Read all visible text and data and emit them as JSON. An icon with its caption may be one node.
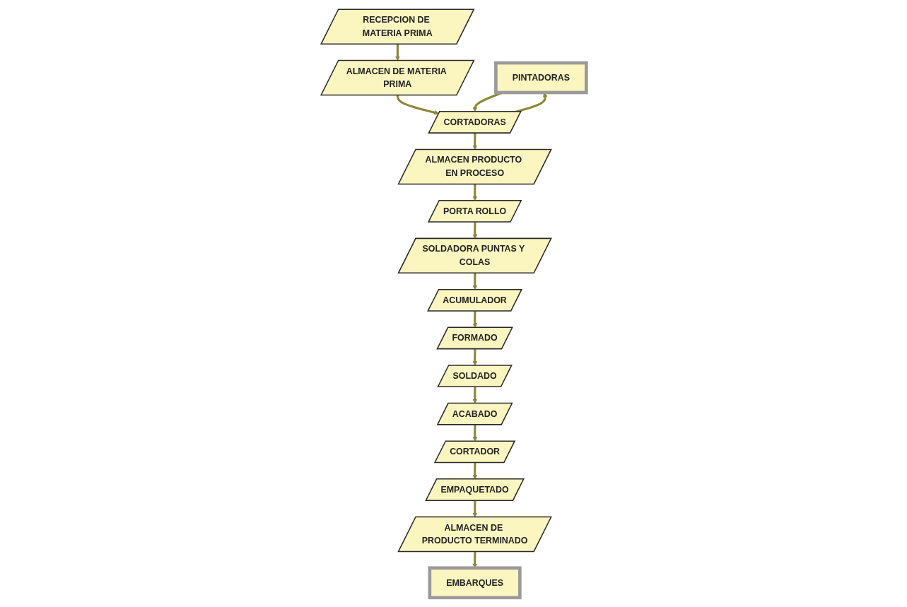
{
  "diagram": {
    "nodes": [
      {
        "text": [
          "PINTADORAS"
        ]
      },
      {
        "text": [
          "RECEPCION DE MATERIA PRIMA"
        ]
      },
      {
        "text": [
          "ALMACEN DE MATERIA PRIMA"
        ]
      },
      {
        "text": [
          "CORTADORAS"
        ]
      },
      {
        "text": [
          "ALMACEN PRODUCTO EN PROCESO"
        ]
      },
      {
        "text": [
          "PORTA ROLLO"
        ]
      },
      {
        "text": [
          "SOLDADORA PUNTAS Y COLAS"
        ]
      },
      {
        "text": [
          "ACUMULADOR"
        ]
      },
      {
        "text": [
          "FORMADO"
        ]
      },
      {
        "text": [
          "SOLDADO"
        ]
      },
      {
        "text": [
          "ACABADO"
        ]
      },
      {
        "text": [
          "CORTADOR"
        ]
      },
      {
        "text": [
          "EMPAQUETADO"
        ]
      },
      {
        "text": [
          "ALMACEN DE PRODUCTO TERMINADO"
        ]
      },
      {
        "text": [
          "EMBARQUES"
        ]
      }
    ],
    "edges": [
      {
        "from": 1,
        "to": 2,
        "arrow": "to"
      },
      {
        "from": 2,
        "to": 3,
        "arrow": "to"
      },
      {
        "from": 3,
        "to": 0,
        "arrow": "to"
      },
      {
        "from": 0,
        "to": 3,
        "arrow": "to"
      },
      {
        "from": 3,
        "to": 4,
        "arrow": "to"
      },
      {
        "from": 4,
        "to": 5,
        "arrow": "to"
      },
      {
        "from": 5,
        "to": 6,
        "arrow": "to"
      },
      {
        "from": 6,
        "to": 7,
        "arrow": "to"
      },
      {
        "from": 7,
        "to": 8,
        "arrow": "to"
      },
      {
        "from": 8,
        "to": 9,
        "arrow": "to"
      },
      {
        "from": 9,
        "to": 10,
        "arrow": "to"
      },
      {
        "from": 10,
        "to": 11,
        "arrow": "to"
      },
      {
        "from": 11,
        "to": 12,
        "arrow": "to"
      },
      {
        "from": 12,
        "to": 13,
        "arrow": "to"
      },
      {
        "from": 13,
        "to": 14,
        "arrow": "to"
      }
    ]
  }
}
